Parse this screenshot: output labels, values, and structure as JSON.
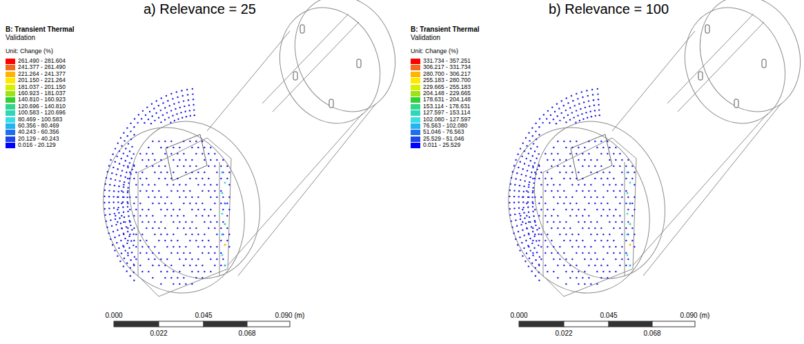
{
  "diagram": {
    "labels": [
      "a)   Relevance = 25",
      "B: Transient Thermal",
      "Validation",
      "Unit: Change (%)",
      "0.000",
      "0.045",
      "0.090 (m)",
      "0.022",
      "0.068",
      "b) Relevance = 100",
      "B: Transient Thermal",
      "Validation",
      "Unit: Change (%)",
      "0.000",
      "0.045",
      "0.090 (m)",
      "0.022",
      "0.068"
    ],
    "legend": [
      {
        "text": "261.490 - 281.604",
        "color": "#ff0000"
      },
      {
        "text": "241.377 - 261.490",
        "color": "#f26a1e"
      },
      {
        "text": "221.264 - 241.377",
        "color": "#ffb400"
      },
      {
        "text": "201.150 - 221.264",
        "color": "#ffe800"
      },
      {
        "text": "181.037 - 201.150",
        "color": "#d8f000"
      },
      {
        "text": "160.923 - 181.037",
        "color": "#9ce21a"
      },
      {
        "text": "140.810 - 160.923",
        "color": "#33d033"
      },
      {
        "text": "120.696 - 140.810",
        "color": "#2fd68c"
      },
      {
        "text": "100.583 - 120.696",
        "color": "#2fd6b8"
      },
      {
        "text": "80.469 - 100.583",
        "color": "#3cdce6"
      },
      {
        "text": "60.356 - 80.469",
        "color": "#22b4f0"
      },
      {
        "text": "40.243 - 60.356",
        "color": "#1f6ef0"
      },
      {
        "text": "20.129 - 40.243",
        "color": "#1e46e6"
      },
      {
        "text": "0.016 - 20.129",
        "color": "#0000ff"
      },
      {
        "text": "331.734 - 357.251",
        "color": "#ff0000"
      },
      {
        "text": "306.217 - 331.734",
        "color": "#f26a1e"
      },
      {
        "text": "280.700 - 306.217",
        "color": "#ffb400"
      },
      {
        "text": "255.183 - 280.700",
        "color": "#ffe800"
      },
      {
        "text": "229.665 - 255.183",
        "color": "#d8f000"
      },
      {
        "text": "204.148 - 229.665",
        "color": "#9ce21a"
      },
      {
        "text": "178.631 - 204.148",
        "color": "#33d033"
      },
      {
        "text": "153.114 - 178.631",
        "color": "#2fd68c"
      },
      {
        "text": "127.597 - 153.114",
        "color": "#2fd6b8"
      },
      {
        "text": "102.080 - 127.597",
        "color": "#3cdce6"
      },
      {
        "text": "76.563 - 102.080",
        "color": "#22b4f0"
      },
      {
        "text": "51.046 - 76.563",
        "color": "#1f6ef0"
      },
      {
        "text": "25.529 - 51.046",
        "color": "#1e46e6"
      },
      {
        "text": "0.011 - 25.529",
        "color": "#0000ff"
      }
    ]
  }
}
